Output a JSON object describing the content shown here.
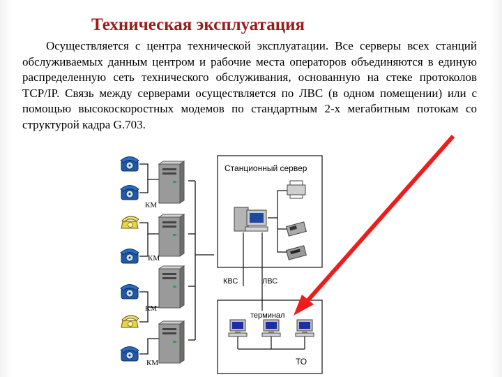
{
  "slide": {
    "title": "Техническая эксплуатация",
    "paragraph": "Осуществляется с центра технической эксплуатации. Все серверы всех станций обслуживаемых данным центром и рабочие места операторов объединяются в единую распределенную сеть технического обслуживания, основанную на стеке протоколов TCP/IP. Связь между серверами осуществляется по ЛВС (в одном помещении) или с помощью высокоскоростных модемов по стандартным 2-х мегабитным потокам со структурой кадра G.703."
  },
  "diagram": {
    "station_server_label": "Станционный сервер",
    "kvs_label": "КВС",
    "lvs_label": "ЛВС",
    "terminal_label": "терминал",
    "to_label": "ТО",
    "km_label": "КМ"
  },
  "colors": {
    "title": "#9b1b1b",
    "arrow": "#ee1c1c",
    "phone_blue": "#1f5aa6",
    "phone_yellow": "#e8d44a"
  },
  "icons": [
    "telephone-icon",
    "server-tower-icon",
    "workstation-icon",
    "printer-icon",
    "fax-icon",
    "disk-drive-icon",
    "terminal-computer-icon"
  ]
}
